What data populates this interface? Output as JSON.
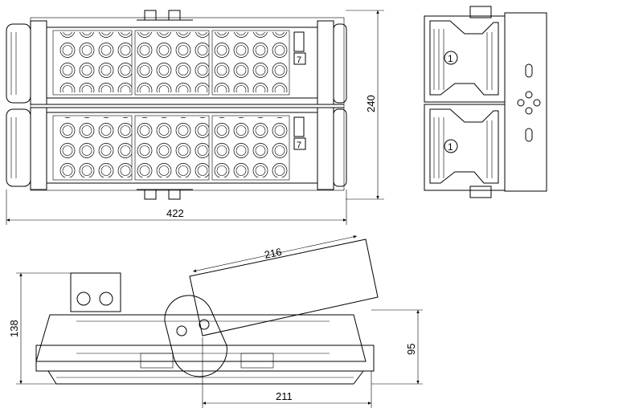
{
  "views": {
    "front": {
      "dim_width": "422",
      "dim_height": "240",
      "module_badge": "7"
    },
    "side": {
      "module_label_top": "1",
      "module_label_bottom": "1"
    },
    "profile": {
      "dim_arm": "216",
      "dim_height": "138",
      "dim_body_height": "95",
      "dim_base": "211"
    }
  },
  "colors": {
    "line": "#000000",
    "background": "#ffffff"
  }
}
